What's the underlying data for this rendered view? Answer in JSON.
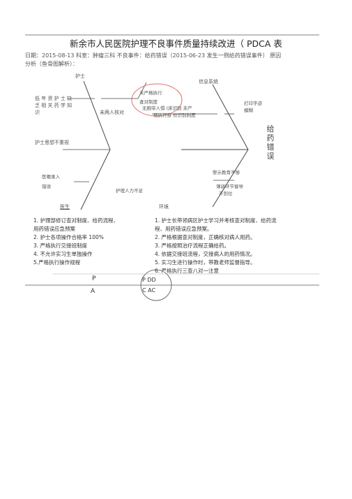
{
  "document": {
    "title": "新余市人民医院护理不良事件质量持续改进（        PDCA 表",
    "meta_line1": "日期：2015-08-13 科室：肿瘤三科  不良事件：给药错误（2015-06-23 发生一例给药错误事件）  原因",
    "meta_line2": "分析（鱼骨图解析）："
  },
  "fishbone": {
    "head_label": [
      "给",
      "药",
      "错",
      "误"
    ],
    "categories": {
      "nurse": "护士",
      "system": "信息系统",
      "doctor": "医生",
      "environment": "环境"
    },
    "causes": {
      "low_staff_line1": "低 年 资 护 士 缺",
      "low_staff_line2": "乏 相 关 药 学 知",
      "low_staff_line3": "识",
      "no_dual_check": "未两人核对",
      "not_strict_line1": "未严格执行",
      "not_strict_line2": "查对制度",
      "no_identify_line1": "无腕带人惧  (床识别  未严",
      "no_identify_line2": "格执行身  份识别制度",
      "print_unclear_line1": "打印字迹",
      "print_unclear_line2": "模糊",
      "nurse_ignore": "护士思想不重视",
      "doctor_entry_line1": "医嘱录入",
      "doctor_entry_line2": "错误",
      "staff_shortage": "护理人力不足",
      "warning_edu": "警示教育不够",
      "weak_link_line1": "薄弱环节督导",
      "weak_link_line2": "不到位"
    }
  },
  "plan_left": [
    "1.  护理部修订查对制度、给药流程、",
    "     用药错误应急预案",
    "2.  护士各项操作合格率 100%",
    "3.  严格执行交接班制度",
    "4.  不允许实习生单独操作",
    "5.严格执行操作规程"
  ],
  "plan_right": [
    "1.  护士长带领病区护士学习并考核查对制度、给药流",
    "     程、用药错误应急预案。",
    "2.  严格根据查对制度，正确核对病人用药。",
    "3.  严格按照治疗流程正确给药。",
    "4.  依据交接班流程，交接病人的用药情况。",
    "5.  实习生进行操作时，带教老师监督指导。",
    "6.  严格执行三查八对一注意"
  ],
  "pdca_footer": {
    "p": "P",
    "a": "A",
    "circle_top": "P  DD",
    "circle_bottom": "C  AC"
  }
}
